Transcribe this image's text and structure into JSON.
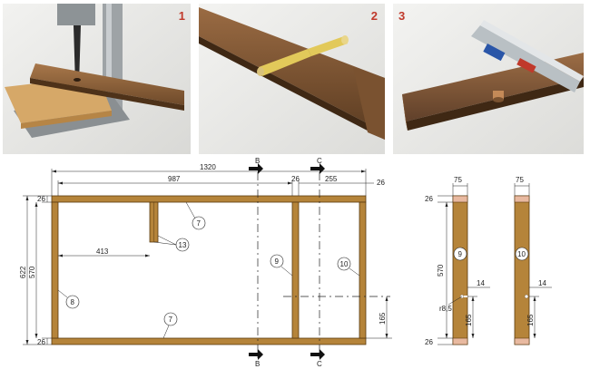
{
  "photos": {
    "step1": {
      "number": "1"
    },
    "step2": {
      "number": "2"
    },
    "step3": {
      "number": "3"
    }
  },
  "drawing": {
    "dims": {
      "overall_width": "1320",
      "inner_span": "987",
      "offset_413": "413",
      "post_width": "26",
      "right_span": "255",
      "right_end": "26",
      "top_rail": "26",
      "bottom_rail": "26",
      "height_total": "622",
      "height_inner": "570",
      "hole_height": "165"
    },
    "section_labels": {
      "b_top": "B",
      "c_top": "C",
      "b_bottom": "B",
      "c_bottom": "C"
    },
    "callouts": {
      "top_rail": "7",
      "bottom_rail": "7",
      "left_post": "8",
      "middle_post": "9",
      "right_post": "10",
      "block": "13"
    },
    "detail9": {
      "width": "75",
      "top": "26",
      "height": "570",
      "bottom": "26",
      "hole_depth": "14",
      "hole_diameter": "r8,5",
      "hole_height": "165",
      "callout": "9"
    },
    "detail10": {
      "width": "75",
      "hole_depth": "14",
      "hole_height": "165",
      "callout": "10"
    }
  },
  "colors": {
    "wood": "#b5843a",
    "wood_stroke": "#5a3a10",
    "end_grain": "#e8b9a0",
    "step_number": "#c0392b"
  }
}
